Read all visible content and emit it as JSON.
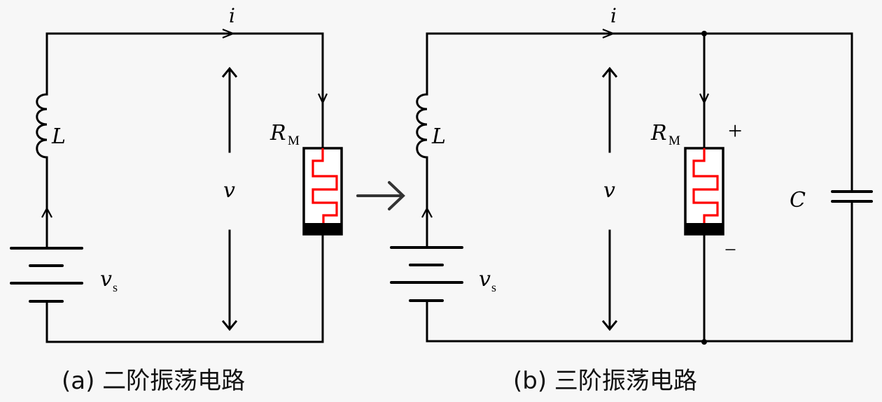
{
  "figure": {
    "panels": [
      {
        "id": "a",
        "caption": "(a) 二阶振荡电路",
        "labels": {
          "current": "i",
          "voltage": "v",
          "inductor": "L",
          "memristor_main": "R",
          "memristor_sub": "M",
          "source_main": "v",
          "source_sub": "s"
        }
      },
      {
        "id": "b",
        "caption": "(b) 三阶振荡电路",
        "labels": {
          "current": "i",
          "voltage": "v",
          "inductor": "L",
          "memristor_main": "R",
          "memristor_sub": "M",
          "source_main": "v",
          "source_sub": "s",
          "capacitor": "C",
          "plus": "+",
          "minus": "−"
        }
      }
    ],
    "transition_arrow": "→",
    "colors": {
      "wire": "#000000",
      "memristor_trace": "#ff0000",
      "background": "#f7f7f7",
      "transition_arrow": "#333333"
    }
  }
}
